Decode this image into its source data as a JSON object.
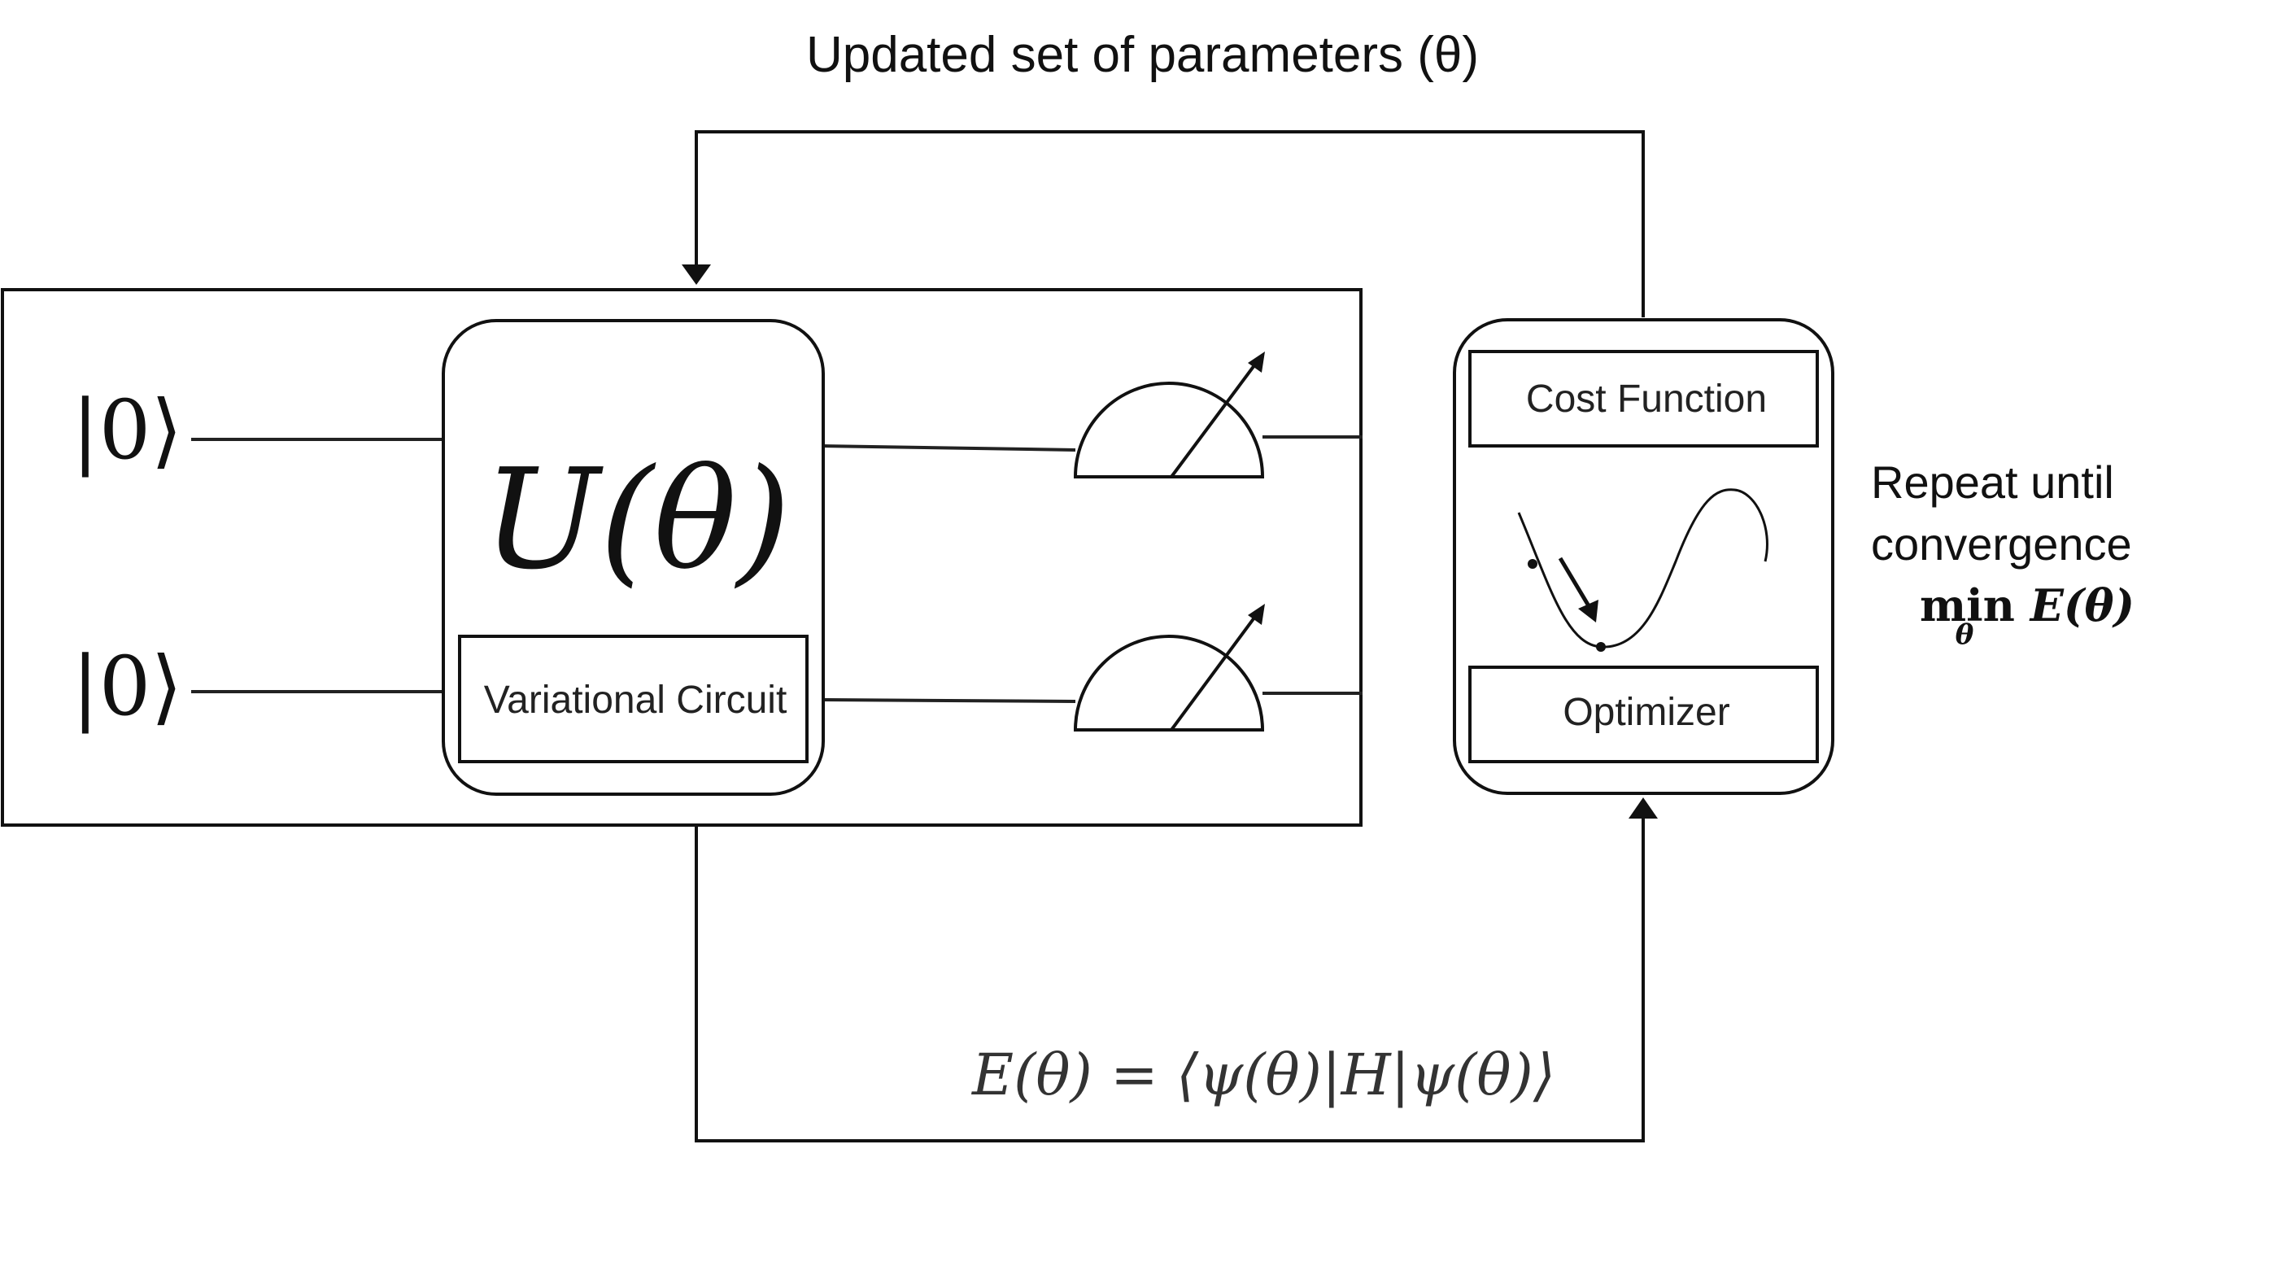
{
  "feedback_label": "Updated set of parameters (θ)",
  "qubits": [
    {
      "state": "|0⟩"
    },
    {
      "state": "|0⟩"
    }
  ],
  "ansatz": {
    "symbol": "U(θ)",
    "label": "Variational Circuit"
  },
  "optimizer_box": {
    "cost_label": "Cost Function",
    "optimizer_label": "Optimizer"
  },
  "repeat": {
    "line1": "Repeat until",
    "line2": "convergence",
    "min_text": "min",
    "min_sub": "θ",
    "min_expr": "E(θ)"
  },
  "energy_expr": {
    "lhs": "E(θ)",
    "eq": " = ",
    "rhs": "⟨ψ(θ)|H|ψ(θ)⟩"
  },
  "colors": {
    "stroke": "#111111",
    "text": "#111111"
  }
}
